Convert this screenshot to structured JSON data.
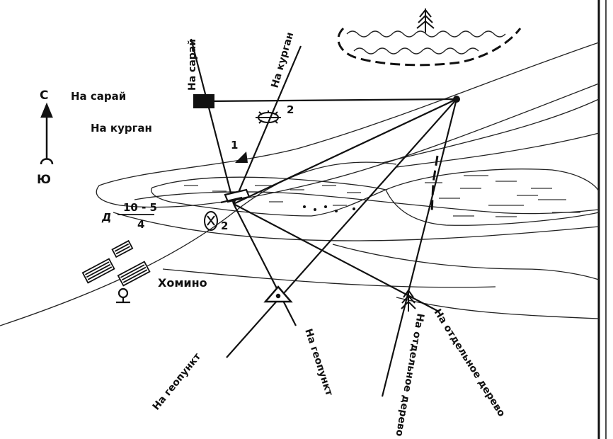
{
  "north_arrow": {
    "north_letter": "С",
    "south_letter": "Ю"
  },
  "directions": {
    "barn_vertical": "На сарай",
    "mound_vertical": "На курган",
    "barn_horizontal": "На сарай",
    "mound_horizontal": "На курган",
    "geopoint_left": "На геопункт",
    "geopoint_right": "На геопункт",
    "tree_right": "На отдельное дерево",
    "tree_left": "На отдельное дерево"
  },
  "map_labels": {
    "point_1": "1",
    "point_2": "2",
    "point_2_ellipse": "2",
    "road_letter": "Д",
    "bridge_numerator": "10 - 5",
    "bridge_denominator": "4",
    "village": "Хомино"
  },
  "colors": {
    "ink": "#111111",
    "paper": "#ffffff"
  }
}
